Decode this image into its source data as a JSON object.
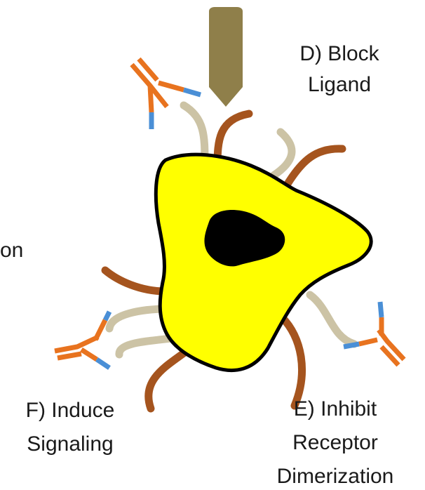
{
  "labels": {
    "block_ligand": [
      "D) Block",
      "Ligand"
    ],
    "inhibit_dimerization": [
      "E) Inhibit",
      "Receptor",
      "Dimerization"
    ],
    "induce_signaling": [
      "F) Induce",
      "Signaling"
    ],
    "cropped_left": "on"
  },
  "colors": {
    "cell_fill": "#ffff00",
    "cell_outline": "#000000",
    "nucleus": "#000000",
    "receptor_light": "#ccc3a5",
    "receptor_dark": "#a5541e",
    "antibody_heavy": "#e8731f",
    "antibody_tip": "#4a8fd6",
    "ligand": "#8f7f4a"
  },
  "icons": {
    "ligand": "ligand-bullet-icon",
    "antibody": "antibody-y-icon",
    "receptor": "receptor-hook-icon"
  }
}
